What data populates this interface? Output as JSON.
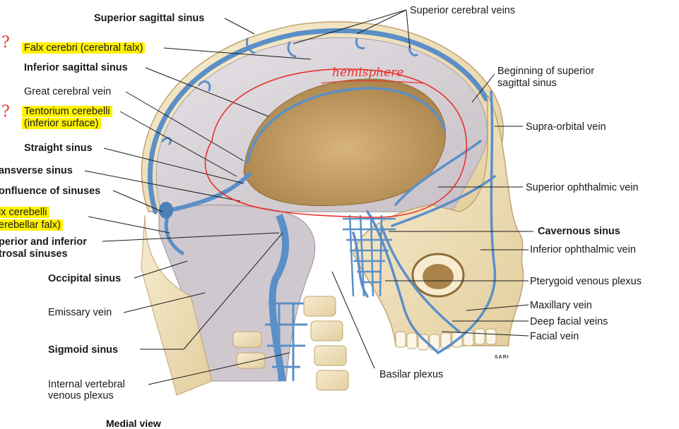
{
  "labels_left": [
    {
      "text": "Superior sagittal sinus",
      "bold": true,
      "highlight": false
    },
    {
      "text": "Falx cerebri (cerebral falx)",
      "bold": false,
      "highlight": true
    },
    {
      "text": "Inferior sagittal sinus",
      "bold": true,
      "highlight": false
    },
    {
      "text": "Great cerebral vein",
      "bold": false,
      "highlight": false
    },
    {
      "text": "Tentorium cerebelli",
      "bold": false,
      "highlight": true
    },
    {
      "text": "(inferior surface)",
      "bold": false,
      "highlight": true
    },
    {
      "text": "Straight sinus",
      "bold": true,
      "highlight": false
    },
    {
      "text": "ansverse sinus",
      "bold": true,
      "highlight": false
    },
    {
      "text": "onfluence of sinuses",
      "bold": true,
      "highlight": false
    },
    {
      "text": "lx cerebelli",
      "bold": false,
      "highlight": true
    },
    {
      "text": "erebellar falx)",
      "bold": false,
      "highlight": true
    },
    {
      "text": "perior and inferior",
      "bold": true,
      "highlight": false
    },
    {
      "text": "trosal sinuses",
      "bold": true,
      "highlight": false
    },
    {
      "text": "Occipital sinus",
      "bold": true,
      "highlight": false
    },
    {
      "text": "Emissary vein",
      "bold": false,
      "highlight": false
    },
    {
      "text": "Sigmoid sinus",
      "bold": true,
      "highlight": false
    },
    {
      "text": "Internal vertebral",
      "bold": false,
      "highlight": false
    },
    {
      "text": "venous plexus",
      "bold": false,
      "highlight": false
    }
  ],
  "labels_right": [
    {
      "text": "Superior cerebral veins",
      "bold": false
    },
    {
      "text": "Beginning of superior",
      "bold": false
    },
    {
      "text": "sagittal sinus",
      "bold": false
    },
    {
      "text": "Supra-orbital vein",
      "bold": false
    },
    {
      "text": "Superior ophthalmic vein",
      "bold": false
    },
    {
      "text": "Cavernous sinus",
      "bold": true
    },
    {
      "text": "Inferior ophthalmic vein",
      "bold": false
    },
    {
      "text": "Pterygoid venous plexus",
      "bold": false
    },
    {
      "text": "Maxillary vein",
      "bold": false
    },
    {
      "text": "Deep facial veins",
      "bold": false
    },
    {
      "text": "Facial vein",
      "bold": false
    },
    {
      "text": "Basilar plexus",
      "bold": false
    }
  ],
  "annotations": {
    "handwriting": "hemisphere",
    "question_mark": "?"
  },
  "signature": "SARI",
  "caption": "Medial view",
  "colors": {
    "vein_blue": "#5b8fc8",
    "dura": "#d9d5d8",
    "bone": "#f2e6c4",
    "cavity": "#c9a46a",
    "highlight": "#fff200",
    "annotation_red": "#e8322d"
  }
}
